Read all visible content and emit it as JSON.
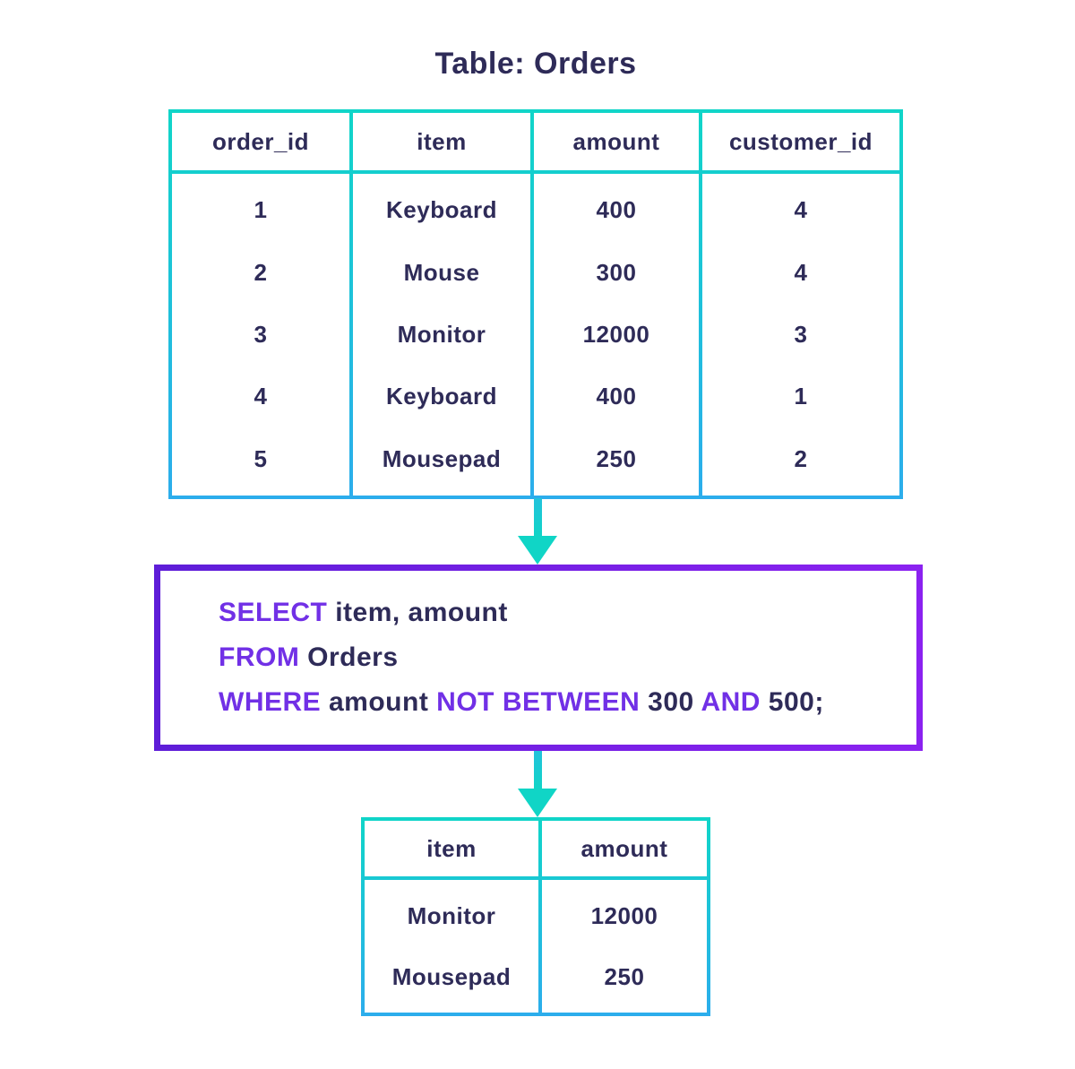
{
  "palette": {
    "background": "#ffffff",
    "text_navy": "#2e2b58",
    "table_border_teal_top": "#10d5c8",
    "table_border_blue_bottom": "#2cadec",
    "arrow_teal": "#10d5c6",
    "sql_keyword_purple": "#7130e6",
    "sql_box_border_left": "#5e1dd8",
    "sql_box_border_right": "#8b22f0"
  },
  "title": "Table: Orders",
  "orders_table": {
    "columns": [
      {
        "label": "order_id",
        "values": [
          "1",
          "2",
          "3",
          "4",
          "5"
        ]
      },
      {
        "label": "item",
        "values": [
          "Keyboard",
          "Mouse",
          "Monitor",
          "Keyboard",
          "Mousepad"
        ]
      },
      {
        "label": "amount",
        "values": [
          "400",
          "300",
          "12000",
          "400",
          "250"
        ]
      },
      {
        "label": "customer_id",
        "values": [
          "4",
          "4",
          "3",
          "1",
          "2"
        ]
      }
    ]
  },
  "sql_query": {
    "lines": [
      {
        "segments": [
          {
            "text": "SELECT ",
            "kind": "keyword"
          },
          {
            "text": "item, amount",
            "kind": "plain"
          }
        ]
      },
      {
        "segments": [
          {
            "text": "FROM ",
            "kind": "keyword"
          },
          {
            "text": "Orders",
            "kind": "plain"
          }
        ]
      },
      {
        "segments": [
          {
            "text": "WHERE ",
            "kind": "keyword"
          },
          {
            "text": "amount ",
            "kind": "plain"
          },
          {
            "text": "NOT BETWEEN ",
            "kind": "keyword"
          },
          {
            "text": "300 ",
            "kind": "plain"
          },
          {
            "text": "AND ",
            "kind": "keyword"
          },
          {
            "text": "500;",
            "kind": "plain"
          }
        ]
      }
    ]
  },
  "result_table": {
    "columns": [
      {
        "label": "item",
        "values": [
          "Monitor",
          "Mousepad"
        ]
      },
      {
        "label": "amount",
        "values": [
          "12000",
          "250"
        ]
      }
    ]
  }
}
